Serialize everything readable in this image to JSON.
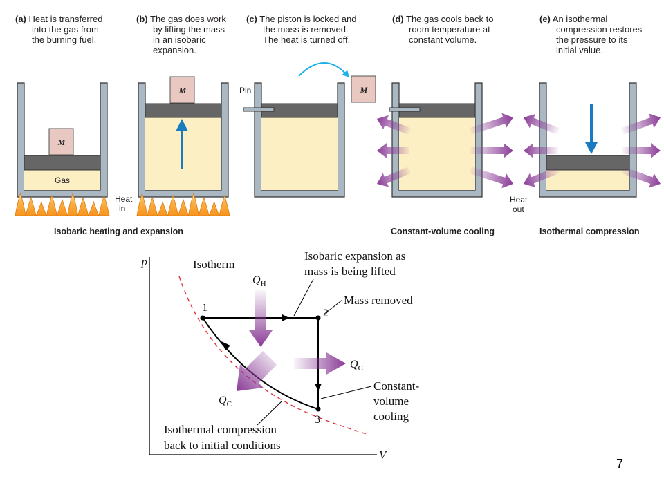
{
  "panels": [
    {
      "letter": "(a)",
      "lines": [
        "Heat is transferred",
        "into the gas from",
        "the burning fuel."
      ]
    },
    {
      "letter": "(b)",
      "lines": [
        "The gas does work",
        "by lifting the mass",
        "in an isobaric",
        "expansion."
      ]
    },
    {
      "letter": "(c)",
      "lines": [
        "The piston is locked and",
        "the mass is removed.",
        "The heat is turned off."
      ]
    },
    {
      "letter": "(d)",
      "lines": [
        "The gas cools back to",
        "room temperature at",
        "constant volume."
      ]
    },
    {
      "letter": "(e)",
      "lines": [
        "An isothermal",
        "compression restores",
        "the pressure to its",
        "initial value."
      ]
    }
  ],
  "labels": {
    "mass": "M",
    "gas": "Gas",
    "pin": "Pin",
    "heat_in": [
      "Heat",
      "in"
    ],
    "heat_out": [
      "Heat",
      "out"
    ]
  },
  "subcaptions": {
    "isobaric": "Isobaric heating and expansion",
    "constant_volume": "Constant-volume cooling",
    "isothermal": "Isothermal compression"
  },
  "pv": {
    "axis_p": "p",
    "axis_v": "V",
    "isotherm": "Isotherm",
    "q_h": "Q",
    "q_h_sub": "H",
    "q_c": "Q",
    "q_c_sub": "C",
    "points": [
      "1",
      "2",
      "3"
    ],
    "isobaric_note": [
      "Isobaric expansion as",
      "mass is being lifted"
    ],
    "mass_removed": "Mass removed",
    "const_volume": [
      "Constant-",
      "volume",
      "cooling"
    ],
    "isothermal_note": [
      "Isothermal compression",
      "back to initial conditions"
    ]
  },
  "slide_number": "7",
  "colors": {
    "wall": "#aab8c4",
    "wall_stroke": "#333333",
    "gas": "#fcefc4",
    "piston": "#666666",
    "mass": "#e8c8c0",
    "blue_arrow": "#1a7cc0",
    "heat_arrow": "#8a3c96",
    "isotherm": "#e0303a",
    "flame": "#f4a234"
  }
}
